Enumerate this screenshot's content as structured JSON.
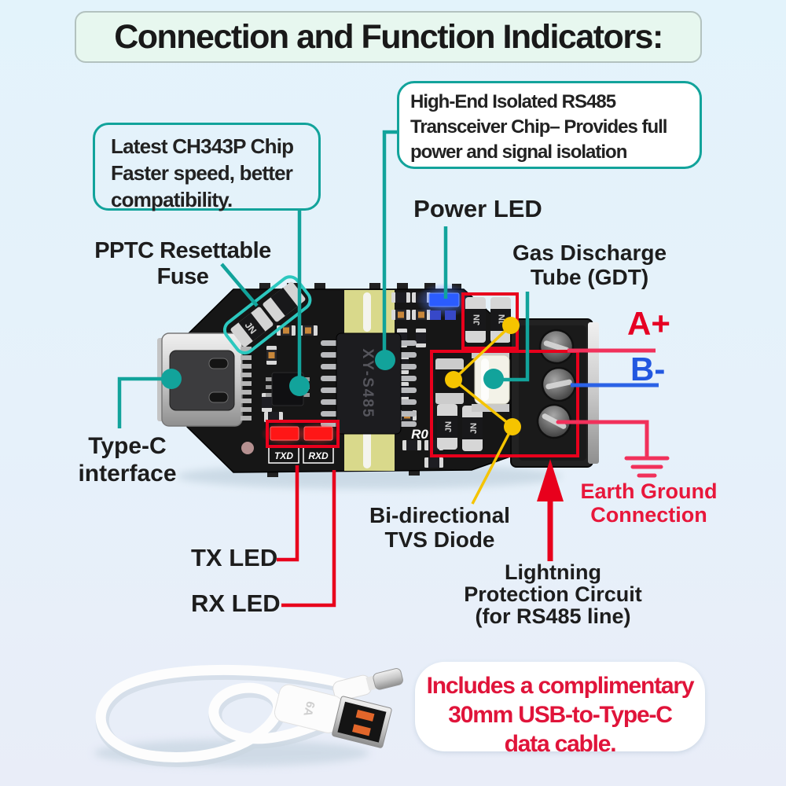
{
  "title": {
    "text": "Connection and Function Indicators:"
  },
  "callouts": {
    "ch343p": {
      "lines": [
        "Latest CH343P Chip",
        "Faster speed, better",
        "compatibility."
      ]
    },
    "rs485_chip": {
      "lines": [
        "High-End Isolated RS485",
        "Transceiver Chip– Provides",
        "full power and signal isolation"
      ]
    },
    "power_led": {
      "text": "Power LED"
    },
    "pptc_fuse": {
      "text": "PPTC Resettable Fuse"
    },
    "gdt": {
      "lines": [
        "Gas Discharge",
        "Tube (GDT)"
      ]
    },
    "a_plus": {
      "text": "A+"
    },
    "b_minus": {
      "text": "B-"
    },
    "type_c": {
      "lines": [
        "Type-C",
        "interface"
      ]
    },
    "earth_ground": {
      "lines": [
        "Earth Ground",
        "Connection"
      ]
    },
    "tvs_diode": {
      "lines": [
        "Bi-directional",
        "TVS Diode"
      ]
    },
    "tx_led": {
      "text": "TX LED"
    },
    "rx_led": {
      "text": "RX LED"
    },
    "lightning": {
      "lines": [
        "Lightning",
        "Protection Circuit",
        "(for RS485 line)"
      ]
    },
    "cable_note": {
      "lines": [
        "Includes a complimentary",
        "30mm USB-to-Type-C",
        "data cable."
      ]
    }
  },
  "board": {
    "main_chip_marking": "XY-S485",
    "resistor_marking": "R0",
    "txd_marking": "TXD",
    "rxd_marking": "RXD",
    "fuse_marking": "JN",
    "cable_plug_marking": "6A"
  },
  "colors": {
    "background_top": "#e3f3fb",
    "background_bottom": "#e9edf8",
    "title_bg": "#e7f7ef",
    "teal_accent": "#12a39b",
    "red_accent": "#e8001c",
    "crimson_line": "#f1315b",
    "yellow_accent": "#f5c400",
    "blue_line": "#2b62e6",
    "a_plus_text": "#e60023",
    "b_minus_text": "#2257e0",
    "earth_text": "#e8173b",
    "note_text": "#e0143a",
    "blue_led": "#2b5cff",
    "red_led": "#ff1616"
  }
}
